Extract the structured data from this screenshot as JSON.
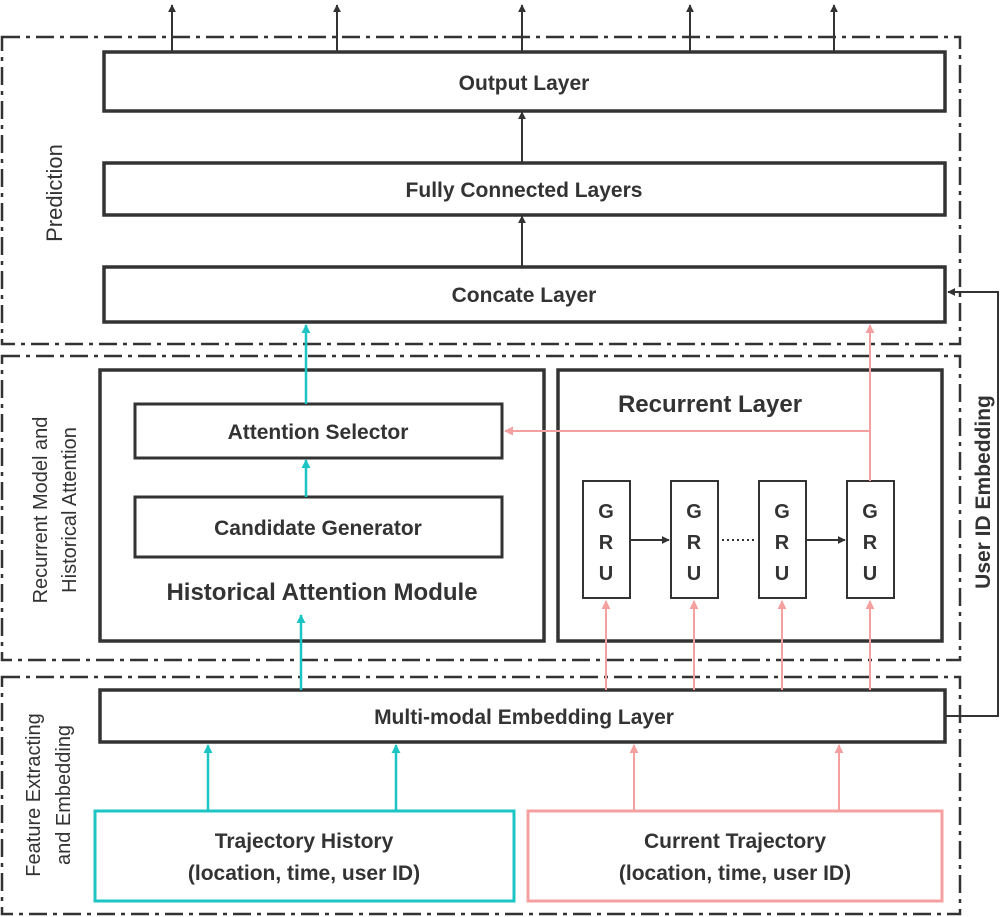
{
  "sections": {
    "prediction": "Prediction",
    "recurrent_line1": "Recurrent Model and",
    "recurrent_line2": "Historical Attention",
    "feature_line1": "Feature Extracting",
    "feature_line2": "and Embedding"
  },
  "layers": {
    "output": "Output Layer",
    "fully_connected": "Fully Connected Layers",
    "concate": "Concate Layer",
    "attention_selector": "Attention Selector",
    "candidate_generator": "Candidate Generator",
    "historical_module": "Historical Attention Module",
    "recurrent_layer": "Recurrent Layer",
    "embedding": "Multi-modal Embedding Layer"
  },
  "gru_letters": [
    "G",
    "R",
    "U"
  ],
  "user_id_embedding": "User ID Embedding",
  "inputs": {
    "history_line1": "Trajectory History",
    "history_line2": "(location, time, user ID)",
    "current_line1": "Current Trajectory",
    "current_line2": "(location, time, user ID)"
  },
  "colors": {
    "dark": "#333333",
    "teal": "#1cc4c4",
    "pink": "#f4a0a0"
  }
}
